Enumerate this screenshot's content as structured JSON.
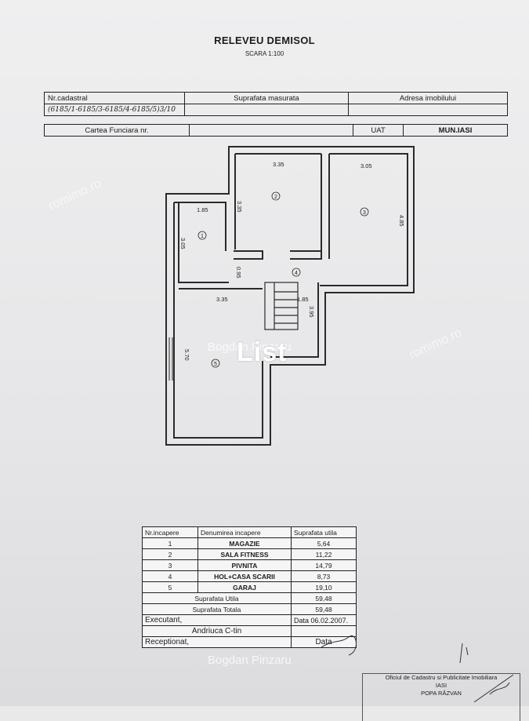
{
  "title": "RELEVEU DEMISOL",
  "scale": "SCARA 1:100",
  "header": {
    "nr_cadastral_label": "Nr.cadastral",
    "suprafata_label": "Suprafata masurata",
    "adresa_label": "Adresa imobilului",
    "nr_cadastral_value": "(6185/1-6185/3-6185/4-6185/5)3/10",
    "carte_label": "Cartea Funciara nr.",
    "uat_label": "UAT",
    "uat_value": "MUN.IASI"
  },
  "plan": {
    "rooms": [
      "1",
      "2",
      "3",
      "4",
      "5"
    ],
    "dims": {
      "r2_width": "3.35",
      "r2_height": "3.35",
      "r3_width": "3.05",
      "r3_height": "4.85",
      "r1_width": "1.85",
      "r1_height": "3.05",
      "hall_depth": "0.95",
      "r5_width": "3.35",
      "r5_height": "5.70",
      "stair_width": "1.85",
      "stair_height": "3.95"
    }
  },
  "table": {
    "headers": [
      "Nr.incapere",
      "Denumirea incapere",
      "Suprafata utila"
    ],
    "rows": [
      {
        "nr": "1",
        "name": "MAGAZIE",
        "area": "5,64"
      },
      {
        "nr": "2",
        "name": "SALA FITNESS",
        "area": "11,22"
      },
      {
        "nr": "3",
        "name": "PIVNITA",
        "area": "14,79"
      },
      {
        "nr": "4",
        "name": "HOL+CASA SCARII",
        "area": "8,73"
      },
      {
        "nr": "5",
        "name": "GARAJ",
        "area": "19,10"
      }
    ],
    "suprafata_utila_label": "Suprafata Utila",
    "suprafata_utila": "59,48",
    "suprafata_totala_label": "Suprafata Totala",
    "suprafata_totala": "59,48",
    "executant_label": "Executant,",
    "data_label": "Data",
    "executant_date": "06.02.2007.",
    "executant_name": "Andriuca C-tin",
    "receptionat_label": "Receptionat,",
    "data2_label": "Data"
  },
  "stamp": {
    "line1": "Oficiul de Cadastru si Publicitate Imobiliara",
    "line2": "IASI",
    "line3": "POPA RĂZVAN"
  },
  "watermarks": {
    "author": "Bogdan Pinzaru",
    "list": "List",
    "site": "romimo.ro"
  }
}
